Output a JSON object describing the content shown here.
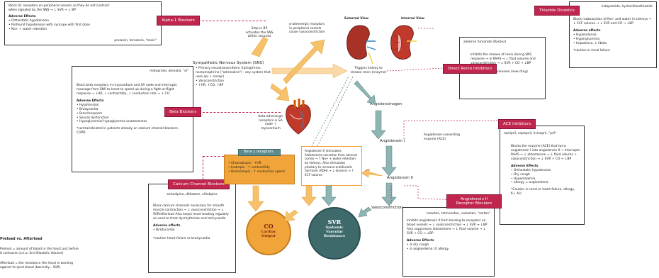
{
  "alpha1": {
    "tag": "Alpha-1 Blockers",
    "intro": "Block A1 receptors on peripheral vessels so they do not contract when signaled by the SNS → ↓ SVR → ↓ BP",
    "effects_title": "Adverse Effects",
    "effects": [
      "Orthostatic hypotension",
      "Profound hypotension with syncope with first dose",
      "Na+ + water retention"
    ],
    "drugs": "prazosin, terazosin, \"zosin\""
  },
  "beta": {
    "tag": "Beta Blockers",
    "drugs": "metoprolol, atenolol, \"ol\"",
    "intro": "Block beta receptors in myocardium and SA node and interrupts message from SNS to heart to speed up during a fight-or-flight response → ↓HR, ↓ contractility, ↓ conduction rate → ↓ CO",
    "effects_title": "Adverse Effects",
    "effects": [
      "Hypotension",
      "Bradycardia",
      "Bronchospasm",
      "Sexual dysfunction",
      "Hypoglycemia/ hypoglycemia unawareness"
    ],
    "note": "*contraindicated in patients already on calcium channel blockers, COPD"
  },
  "ccb": {
    "tag": "Calcium Channel Blockers",
    "drugs": "amlodipine, diltiazem, nifedipine",
    "intro": "Block calcium channels necessary for smooth muscle contraction → ↓ vasoconstriction → ↓ SVR/afterload Also keeps heart beating regularly so used to treat dysrhythmias and tachycardia",
    "effects_title": "Adverse effects",
    "effects": [
      "Bradycardia"
    ],
    "note": "*caution heart failure or bradycardia"
  },
  "preload": {
    "title": "Preload vs. Afterload",
    "line1": "Preload = amount of blood in the heart just before it contracts (a.k.a. End Diastolic Volume)",
    "line2": "Afterload = the resistance the heart is working against to eject blood (basically... SVR)"
  },
  "sns": {
    "title": "Sympathetic Nervous System (SNS)",
    "items": [
      "Primary neurotransmitters: Epinephrine, norepinephrine (\"adrenaline\") - any system that uses epi + norepi)",
      "Vasoconstriction",
      "↑HR, ↑CO, ↑BP"
    ],
    "stop": "Stop in BP activates the SNS within seconds",
    "alpha_label": "α-adrenergic receptors in peripheral vessels cause vasoconstriction",
    "beta_label": "beta-adrenergic receptors in SA node + myocardium"
  },
  "beta_receptors": {
    "title": "Beta 1 receptors",
    "items": [
      "Chronotropic - ↑HR",
      "Inotropic - ↑ contractility",
      "Dromotropic - ↑ conduction speed"
    ]
  },
  "kidney": {
    "external": "External View",
    "internal": "Internal View",
    "trigger": "Triggers kidney to release renin (enzyme)"
  },
  "raas": {
    "angiotensinogen": "Angiotensinogen",
    "angiotensin1": "Angiotensin I",
    "ace_enzyme": "Angiotensin-converting enzyme (ACE)",
    "angiotensin2": "Angiotensin II",
    "vasoconstriction": "Vasoconstriction",
    "aldo_box": "Angiotensin II stimulates Aldosterone secretion from adrenal cortex → ↑ Na+ + water retention by kidneys. Also stimulates pituitary to increase antidiuretic hormone (ADH) → ↓ diuresis → ↑ ECF volume"
  },
  "co": {
    "short": "CO",
    "line1": "Cardiac",
    "line2": "Output"
  },
  "svr": {
    "short": "SVR",
    "line1": "Systemic",
    "line2": "Vascular",
    "line3": "Resistance"
  },
  "thiazide": {
    "tag": "Thiazide Diuretics",
    "drugs": "indapamide, hydrochlorothiazide",
    "intro": "Block reabsorption of Na+ and water in kidneys → ↓ ECF volume → ↓ SVR and CO → ↓BP",
    "effects_title": "Adverse effects",
    "effects": [
      "Hypokalemia",
      "Hyperglycemia",
      "Impotence, ↓ libido"
    ],
    "note": "*caution in renal failure"
  },
  "renin": {
    "tag": "Direct Renin Inhibitors",
    "drugs": "aliskiren fumarate (Rasilez)",
    "intro": "Inhibits the release of renin during SNS response → ⊘ RAAS → ↓ fluid volume and vasoconstriction → ↓ SVR + CO → ↓BP",
    "note": "Adverse effects unknown (new drug)"
  },
  "ace": {
    "tag": "ACE Inhibitors",
    "drugs": "ramipril, captopril, lisinopril, \"pril\"",
    "intro": "Blocks the enzyme (ACE) that turns angiotensin I into angiotensin II → interrupts RAAS → ↓ aldosterone → ↓ fluid volume + vasoconstriction → ↓ SVR + CO → ↓BP",
    "effects_title": "Adverse Effects",
    "effects": [
      "Orthostatic hypotension",
      "Dry cough",
      "Hyperkalemia",
      "allergy = angioedema"
    ],
    "note": "*Caution in renal or heart failure, allergy, K+ ALI"
  },
  "arb": {
    "tag": "Angiotensin II Receptor Blockers",
    "drugs": "losartan, telmisartan, valsartan, \"sartan\"",
    "intro": "Inhibits angiotensin II from binding to receptors on blood vessels → ↓ vasoconstriction → ↓ SVR → ↓BP Also suppresses aldosterone → ↓ fluid volume → ↓ SVR + CO → ↓BP",
    "effects_title": "Adverse Effects",
    "effects": [
      "⊘ dry cough",
      "⊘ angioedema r/t allergy"
    ]
  }
}
